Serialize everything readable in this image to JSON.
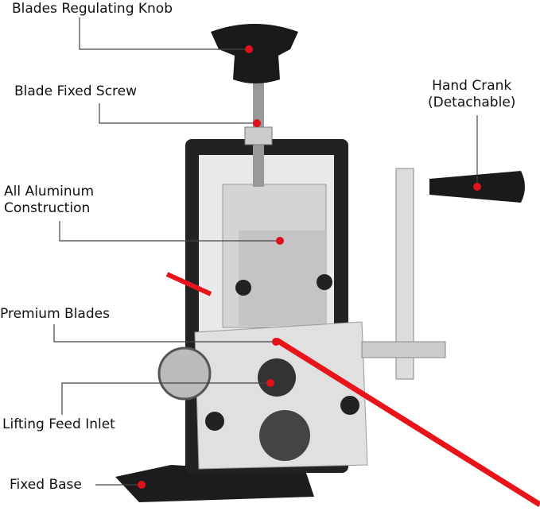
{
  "labels": {
    "knob": "Blades Regulating Knob",
    "screw": "Blade Fixed Screw",
    "crank_line1": "Hand Crank",
    "crank_line2": "(Detachable)",
    "alu_line1": "All Aluminum",
    "alu_line2": "Construction",
    "blades": "Premium Blades",
    "inlet": "Lifting Feed Inlet",
    "base": "Fixed Base"
  },
  "colors": {
    "marker": "#e0111b",
    "wire": "#e8141c",
    "frame": "#1a1a1a",
    "aluminum": "#d9d9d9"
  }
}
